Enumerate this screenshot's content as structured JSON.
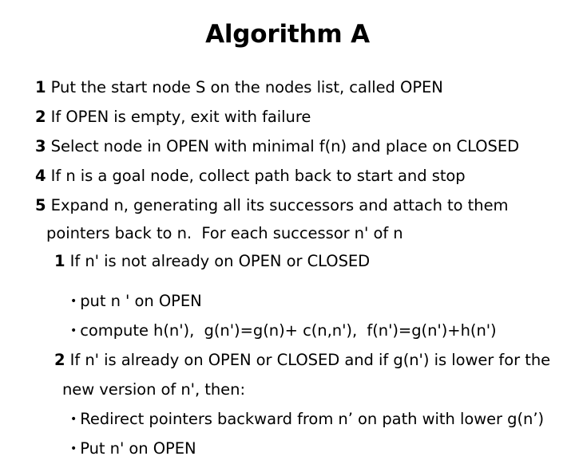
{
  "slide": {
    "title": "Algorithm A",
    "background_color": "#ffffff",
    "text_color": "#000000",
    "steps": [
      {
        "number": "1",
        "text": " Put the start node S on the nodes list, called OPEN"
      },
      {
        "number": "2",
        "text": " If OPEN is empty, exit with failure"
      },
      {
        "number": "3",
        "text": " Select node in OPEN with minimal f(n) and place on CLOSED"
      },
      {
        "number": "4",
        "text": " If n is a goal node, collect path back to start and stop"
      },
      {
        "number": "5",
        "text": " Expand n, generating all its successors and attach to them",
        "continuation": "pointers back to n.  For each successor n' of n"
      }
    ],
    "substeps": [
      {
        "number": "1",
        "text": " If n' is not already on OPEN or CLOSED",
        "bullets": [
          "put n ' on OPEN",
          "compute h(n'),  g(n')=g(n)+ c(n,n'),  f(n')=g(n')+h(n')"
        ]
      },
      {
        "number": "2",
        "text": " If n' is already on OPEN or CLOSED and if g(n') is lower for the",
        "continuation": "new version of n', then:",
        "bullets": [
          "Redirect pointers backward from n’ on path with lower g(n’)",
          "Put n' on OPEN"
        ]
      }
    ],
    "bullet_glyph": "•"
  }
}
